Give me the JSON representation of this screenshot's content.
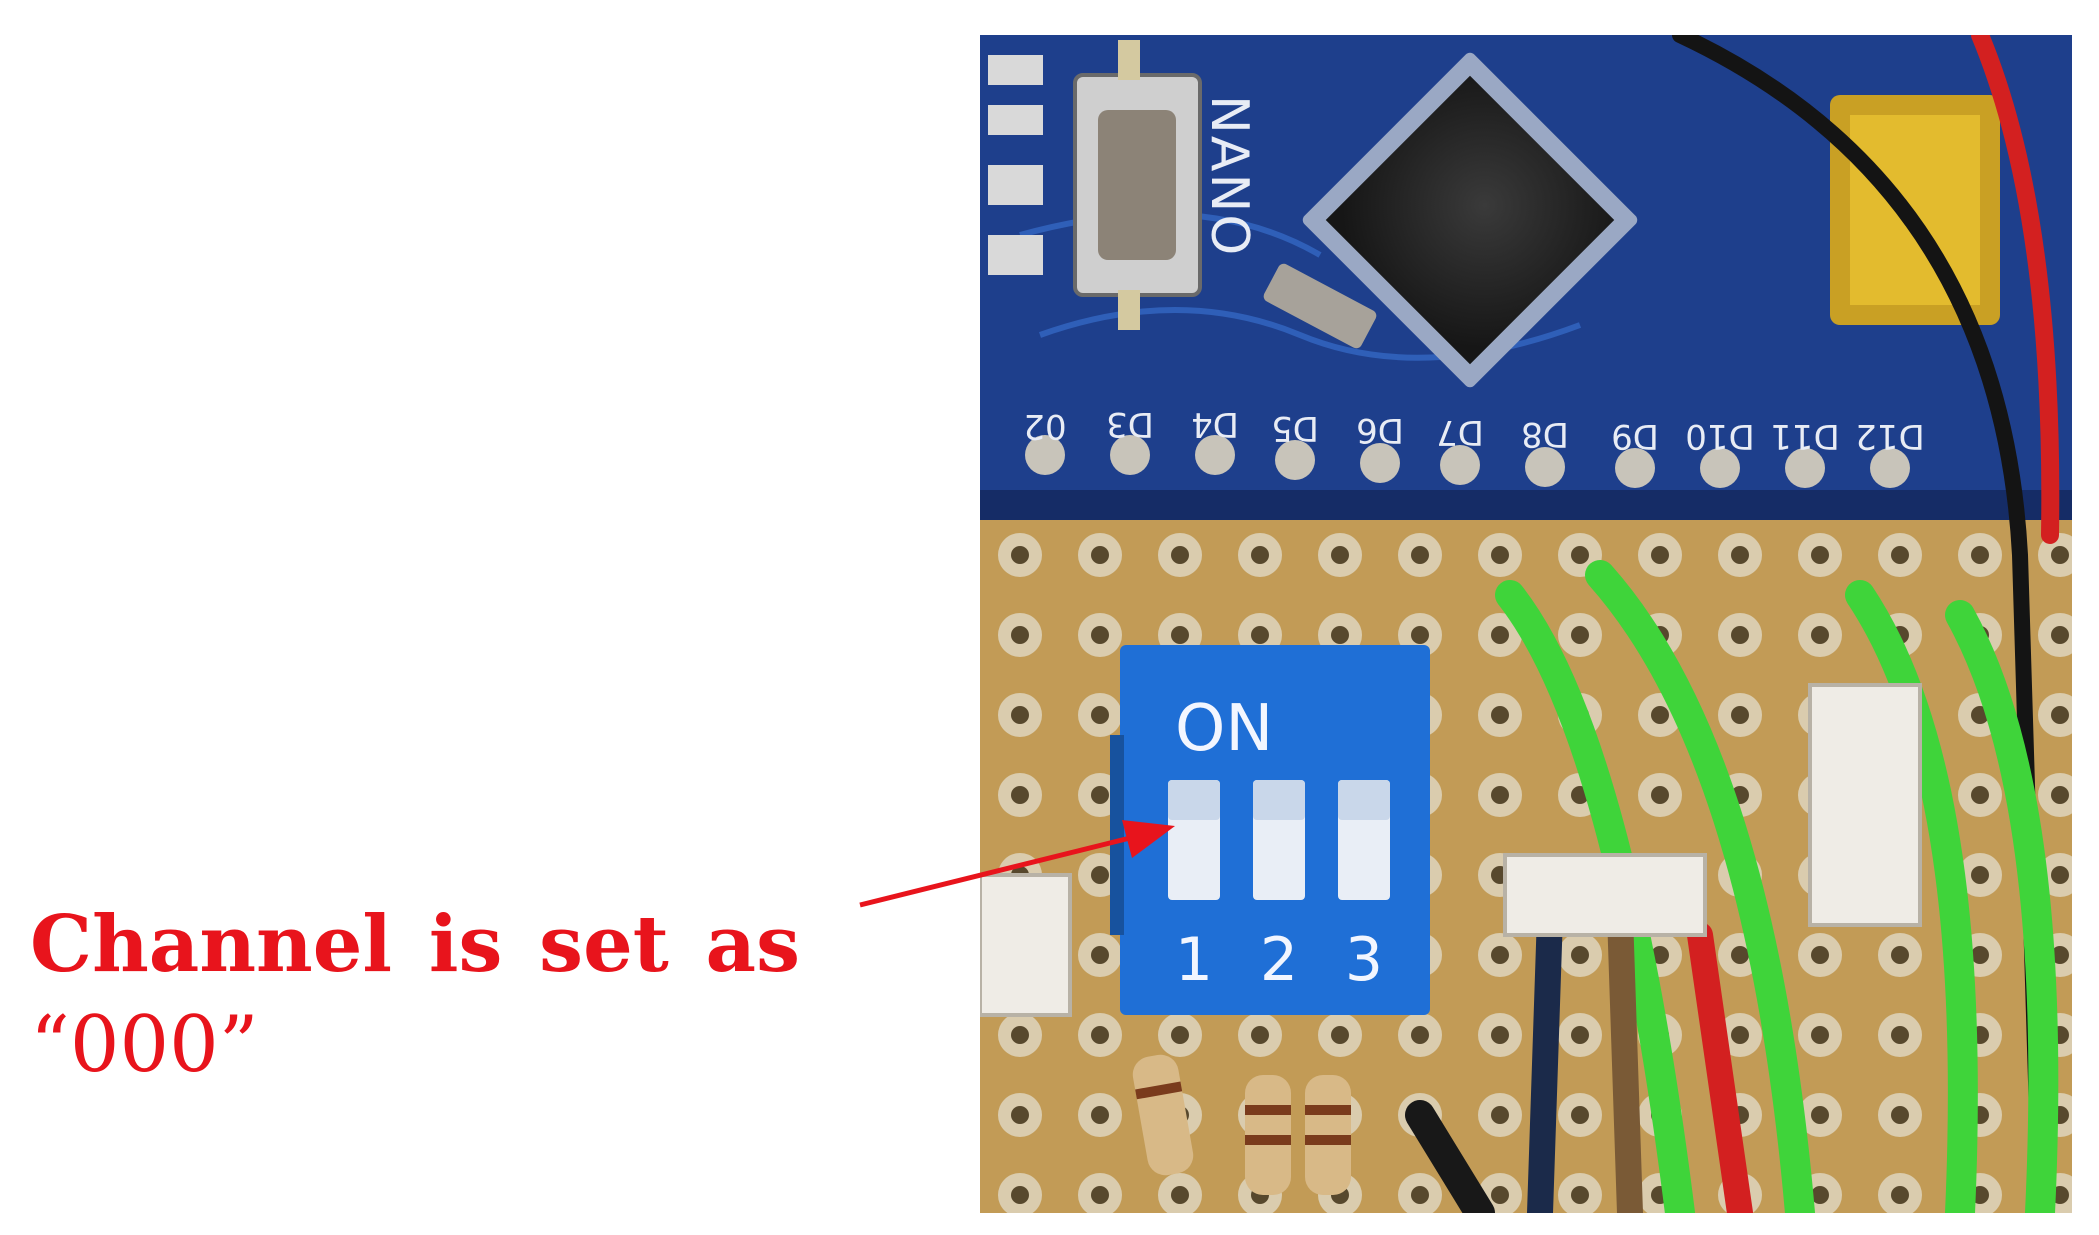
{
  "caption": {
    "words": [
      "Channel",
      "is",
      "set",
      "as"
    ],
    "value": "“000”"
  },
  "board": {
    "name": "NANO",
    "pins": [
      "02",
      "D3",
      "D4",
      "D5",
      "D6",
      "D7",
      "D8",
      "D9",
      "D10",
      "D11",
      "D12"
    ]
  },
  "dip_switch": {
    "on_label": "ON",
    "switch_numbers": [
      "1",
      "2",
      "3"
    ]
  },
  "colors": {
    "annotation": "#e8141c",
    "pcb_blue": "#1e3f8c",
    "dip_blue": "#1f6fd6",
    "wire_green": "#3fd43a",
    "perfboard": "#c9a15c"
  }
}
